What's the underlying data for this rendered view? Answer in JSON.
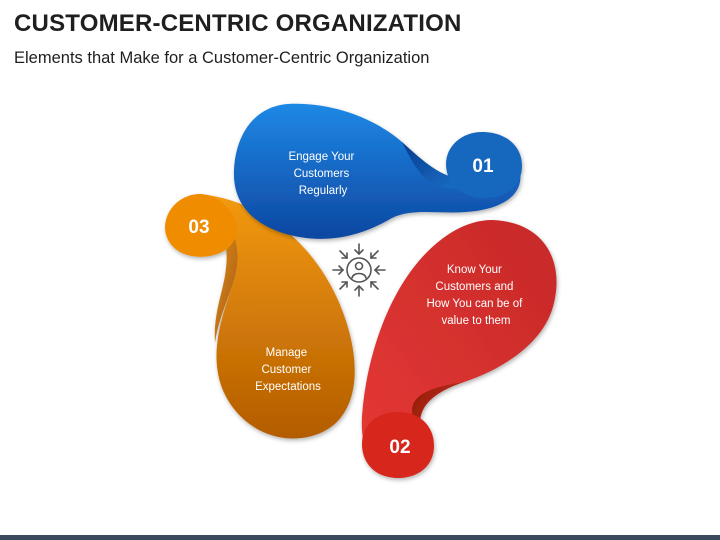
{
  "title": "CUSTOMER-CENTRIC ORGANIZATION",
  "subtitle": "Elements that Make for a Customer-Centric Organization",
  "items": [
    {
      "number": "01",
      "lines": [
        "Engage Your",
        "Customers",
        "Regularly"
      ],
      "color": "#1565c0"
    },
    {
      "number": "02",
      "lines": [
        "Know Your",
        "Customers and",
        "How You can be of",
        "value to them"
      ],
      "color": "#d32f12"
    },
    {
      "number": "03",
      "lines": [
        "Manage",
        "Customer",
        "Expectations"
      ],
      "color": "#e07b00"
    }
  ],
  "center_icon": "customer-focus-icon",
  "colors": {
    "blue": "#1565c0",
    "red": "#d32f12",
    "orange": "#e07b00",
    "footer": "#3a4a5c"
  }
}
